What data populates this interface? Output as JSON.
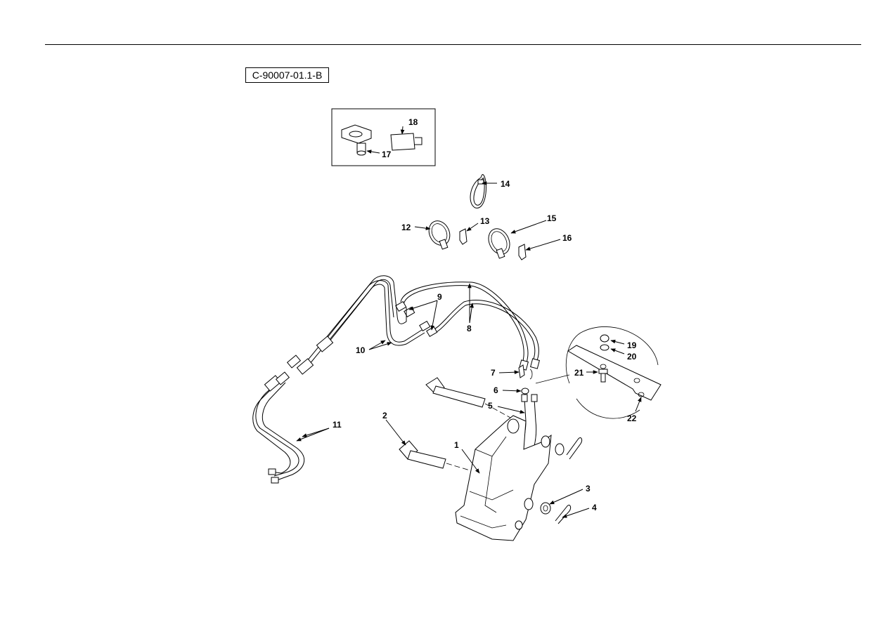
{
  "figure": {
    "reference_code": "C-90007-01.1-B"
  },
  "callouts": [
    "1",
    "2",
    "3",
    "4",
    "5",
    "6",
    "7",
    "8",
    "9",
    "10",
    "11",
    "12",
    "13",
    "14",
    "15",
    "16",
    "17",
    "18",
    "19",
    "20",
    "21",
    "22"
  ]
}
